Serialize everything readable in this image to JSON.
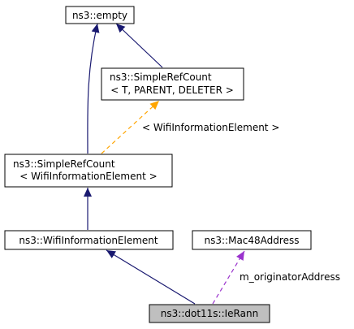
{
  "nodes": {
    "empty": {
      "line1": "ns3::empty"
    },
    "simple_ref_count": {
      "line1": "ns3::SimpleRefCount",
      "line2": "< T, PARENT, DELETER >"
    },
    "simple_ref_count_wie": {
      "line1": "ns3::SimpleRefCount",
      "line2": "< WifiInformationElement >"
    },
    "wifi_information_element": {
      "line1": "ns3::WifiInformationElement"
    },
    "mac48_address": {
      "line1": "ns3::Mac48Address"
    },
    "ie_rann": {
      "line1": "ns3::dot11s::IeRann"
    }
  },
  "edge_labels": {
    "template_arg": "< WifiInformationElement >",
    "originator": "m_originatorAddress"
  },
  "colors": {
    "inheritance": "#191970",
    "template": "#ffa500",
    "member": "#9a32cd",
    "focus_fill": "#bfbfbf"
  }
}
